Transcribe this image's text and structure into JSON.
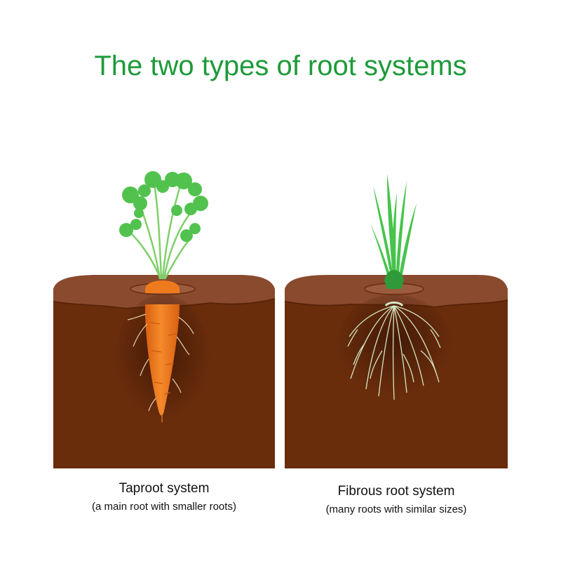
{
  "title": "The two types of root systems",
  "panels": [
    {
      "name": "Taproot system",
      "description": "(a main root with smaller roots)"
    },
    {
      "name": "Fibrous root system",
      "description": "(many roots with similar sizes)"
    }
  ],
  "colors": {
    "title": "#1e9a3a",
    "soil": "#6a2d0c",
    "soil_top": "#8a4a2e",
    "carrot": "#f07a1e",
    "leaf_green": "#45c24a",
    "root_pale": "#d4e6c2"
  }
}
